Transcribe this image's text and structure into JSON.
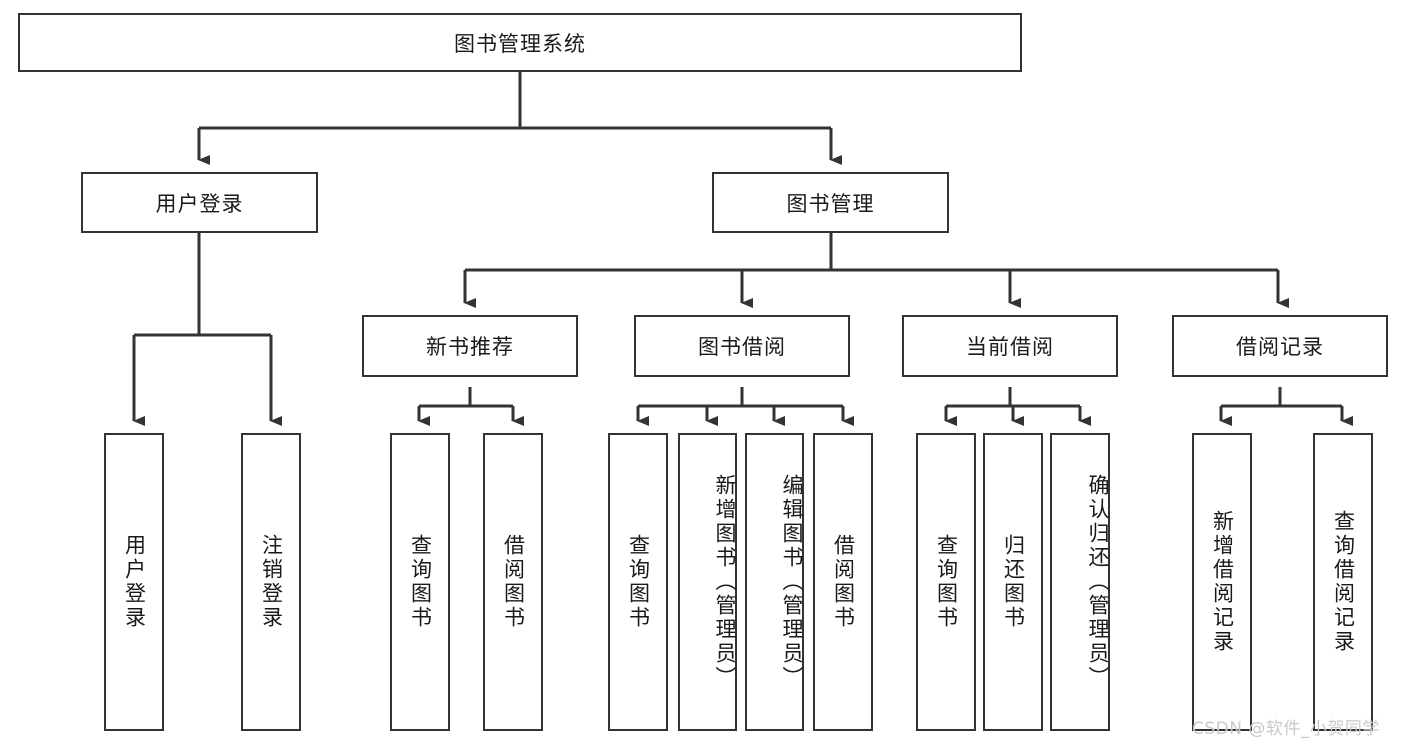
{
  "diagram": {
    "title": "图书管理系统",
    "type": "tree-hierarchy",
    "colors": {
      "box_border": "#333333",
      "box_fill": "#ffffff",
      "edge": "#333333",
      "text": "#1a1a1a",
      "watermark": "#c9c9c9",
      "background": "#ffffff"
    },
    "root": {
      "label": "图书管理系统"
    },
    "level2": [
      {
        "label": "用户登录"
      },
      {
        "label": "图书管理"
      }
    ],
    "level3": [
      {
        "label": "新书推荐"
      },
      {
        "label": "图书借阅"
      },
      {
        "label": "当前借阅"
      },
      {
        "label": "借阅记录"
      }
    ],
    "leaves": {
      "user_login": [
        {
          "label": "用户登录"
        },
        {
          "label": "注销登录"
        }
      ],
      "new_book_recommend": [
        {
          "label": "查询图书"
        },
        {
          "label": "借阅图书"
        }
      ],
      "book_borrow": [
        {
          "label": "查询图书"
        },
        {
          "label": "新增图书（管理员）"
        },
        {
          "label": "编辑图书（管理员）"
        },
        {
          "label": "借阅图书"
        }
      ],
      "current_borrow": [
        {
          "label": "查询图书"
        },
        {
          "label": "归还图书"
        },
        {
          "label": "确认归还（管理员）"
        }
      ],
      "borrow_record": [
        {
          "label": "新增借阅记录"
        },
        {
          "label": "查询借阅记录"
        }
      ]
    }
  },
  "watermark": {
    "text": "CSDN @软件_小贺同学"
  }
}
